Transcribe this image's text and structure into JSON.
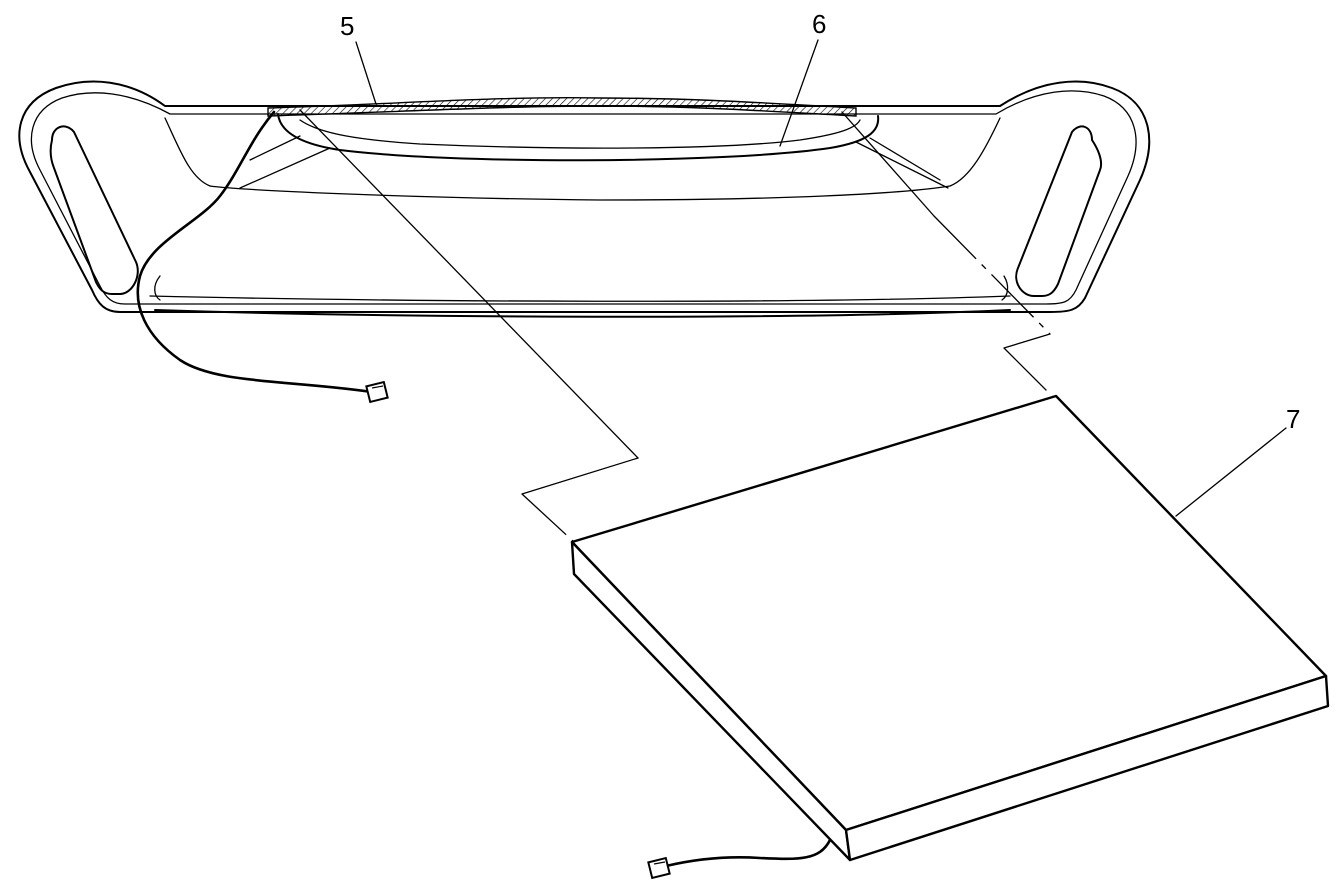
{
  "figure": {
    "callouts": [
      {
        "id": "callout-5",
        "label": "5"
      },
      {
        "id": "callout-6",
        "label": "6"
      },
      {
        "id": "callout-7",
        "label": "7"
      }
    ]
  }
}
